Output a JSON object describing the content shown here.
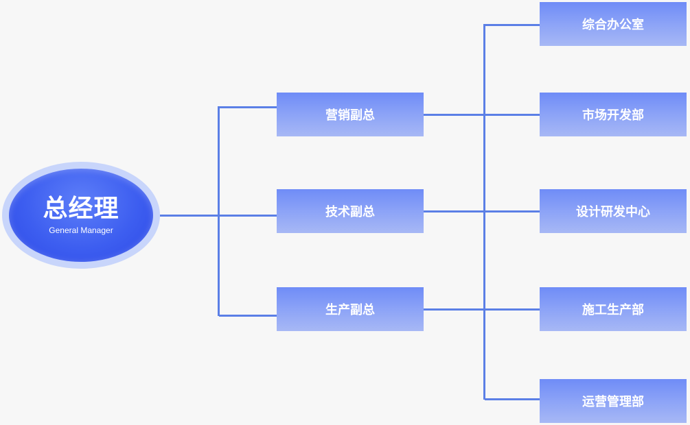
{
  "root": {
    "title": "总经理",
    "subtitle": "General Manager"
  },
  "vice_presidents": [
    {
      "label": "营销副总"
    },
    {
      "label": "技术副总"
    },
    {
      "label": "生产副总"
    }
  ],
  "departments": [
    {
      "label": "综合办公室"
    },
    {
      "label": "市场开发部"
    },
    {
      "label": "设计研发中心"
    },
    {
      "label": "施工生产部"
    },
    {
      "label": "运营管理部"
    }
  ]
}
